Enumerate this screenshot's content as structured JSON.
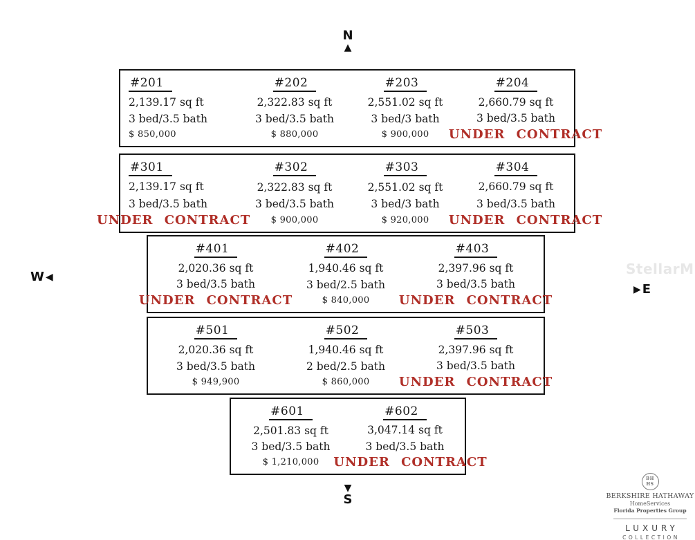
{
  "compass": {
    "north": "N",
    "south": "S",
    "west": "W",
    "east": "E",
    "up_arrow": "▲",
    "down_arrow": "▼",
    "left_arrow": "◀",
    "right_arrow": "▶"
  },
  "under_contract_label": "UNDER CONTRACT",
  "accent_color": "#b02f28",
  "watermark": "StellarMLS",
  "branding": {
    "seal": "BH\nHS",
    "company": "BERKSHIRE HATHAWAY",
    "services": "HomeServices",
    "group": "Florida Properties Group",
    "luxury": "LUXURY",
    "collection": "COLLECTION"
  },
  "floors": [
    {
      "units": [
        {
          "number": "#201",
          "sqft": "2,139.17 sq ft",
          "bedbath": "3 bed/3.5 bath",
          "price": "$ 850,000",
          "under_contract": false
        },
        {
          "number": "#202",
          "sqft": "2,322.83 sq ft",
          "bedbath": "3 bed/3.5 bath",
          "price": "$ 880,000",
          "under_contract": false
        },
        {
          "number": "#203",
          "sqft": "2,551.02 sq ft",
          "bedbath": "3 bed/3 bath",
          "price": "$ 900,000",
          "under_contract": false
        },
        {
          "number": "#204",
          "sqft": "2,660.79 sq ft",
          "bedbath": "3 bed/3.5 bath",
          "price": "",
          "under_contract": true
        }
      ]
    },
    {
      "units": [
        {
          "number": "#301",
          "sqft": "2,139.17 sq ft",
          "bedbath": "3 bed/3.5 bath",
          "price": "",
          "under_contract": true
        },
        {
          "number": "#302",
          "sqft": "2,322.83 sq ft",
          "bedbath": "3 bed/3.5 bath",
          "price": "$ 900,000",
          "under_contract": false
        },
        {
          "number": "#303",
          "sqft": "2,551.02 sq ft",
          "bedbath": "3 bed/3 bath",
          "price": "$ 920,000",
          "under_contract": false
        },
        {
          "number": "#304",
          "sqft": "2,660.79 sq ft",
          "bedbath": "3 bed/3.5 bath",
          "price": "",
          "under_contract": true
        }
      ]
    },
    {
      "units": [
        {
          "number": "#401",
          "sqft": "2,020.36 sq ft",
          "bedbath": "3 bed/3.5 bath",
          "price": "",
          "under_contract": true
        },
        {
          "number": "#402",
          "sqft": "1,940.46 sq ft",
          "bedbath": "3 bed/2.5 bath",
          "price": "$ 840,000",
          "under_contract": false
        },
        {
          "number": "#403",
          "sqft": "2,397.96 sq ft",
          "bedbath": "3 bed/3.5 bath",
          "price": "",
          "under_contract": true
        }
      ]
    },
    {
      "units": [
        {
          "number": "#501",
          "sqft": "2,020.36 sq ft",
          "bedbath": "3 bed/3.5 bath",
          "price": "$ 949,900",
          "under_contract": false
        },
        {
          "number": "#502",
          "sqft": "1,940.46 sq ft",
          "bedbath": "2 bed/2.5 bath",
          "price": "$ 860,000",
          "under_contract": false
        },
        {
          "number": "#503",
          "sqft": "2,397.96 sq ft",
          "bedbath": "3 bed/3.5 bath",
          "price": "",
          "under_contract": true
        }
      ]
    },
    {
      "units": [
        {
          "number": "#601",
          "sqft": "2,501.83 sq ft",
          "bedbath": "3 bed/3.5 bath",
          "price": "$ 1,210,000",
          "under_contract": false
        },
        {
          "number": "#602",
          "sqft": "3,047.14 sq ft",
          "bedbath": "3 bed/3.5 bath",
          "price": "",
          "under_contract": true
        }
      ]
    }
  ]
}
